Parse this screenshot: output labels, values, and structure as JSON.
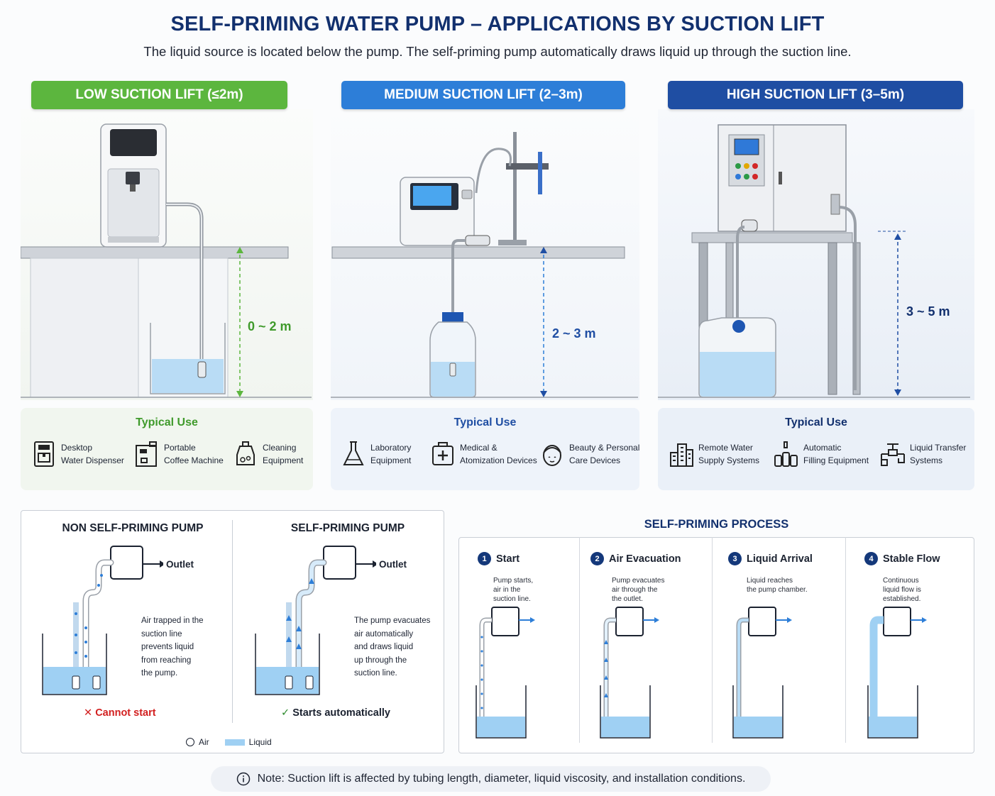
{
  "header": {
    "title": "SELF-PRIMING WATER PUMP  –  APPLICATIONS BY SUCTION LIFT",
    "subtitle": "The liquid source is located below the pump. The self-priming pump automatically draws liquid up through the suction line."
  },
  "levels": [
    {
      "title": "LOW SUCTION LIFT (≤2m)",
      "height_label": "0 ~ 2 m",
      "color": "#5cb63e",
      "use_title": "Typical Use",
      "uses": [
        {
          "icon": "water-dispenser-icon",
          "label": "Desktop\nWater Dispenser"
        },
        {
          "icon": "coffee-machine-icon",
          "label": "Portable\nCoffee Machine"
        },
        {
          "icon": "cleaning-equipment-icon",
          "label": "Cleaning\nEquipment"
        }
      ]
    },
    {
      "title": "MEDIUM SUCTION LIFT (2–3m)",
      "height_label": "2 ~ 3 m",
      "color": "#2d7ed8",
      "use_title": "Typical Use",
      "uses": [
        {
          "icon": "flask-icon",
          "label": "Laboratory\nEquipment"
        },
        {
          "icon": "medical-kit-icon",
          "label": "Medical &\nAtomization Devices"
        },
        {
          "icon": "face-care-icon",
          "label": "Beauty & Personal\nCare Devices"
        }
      ]
    },
    {
      "title": "HIGH SUCTION LIFT (3–5m)",
      "height_label": "3 ~ 5 m",
      "color": "#1f4ea3",
      "use_title": "Typical Use",
      "uses": [
        {
          "icon": "building-icon",
          "label": "Remote Water\nSupply Systems"
        },
        {
          "icon": "bottles-icon",
          "label": "Automatic\nFilling Equipment"
        },
        {
          "icon": "pipe-valve-icon",
          "label": "Liquid Transfer\nSystems"
        }
      ]
    }
  ],
  "comparison": {
    "non_self": {
      "title": "NON SELF-PRIMING PUMP",
      "outlet": "Outlet",
      "description": "Air trapped in the\nsuction line\nprevents liquid\nfrom reaching\nthe pump.",
      "result": "Cannot start"
    },
    "self": {
      "title": "SELF-PRIMING PUMP",
      "outlet": "Outlet",
      "description": "The pump evacuates\nair automatically\nand draws liquid\nup through the\nsuction line.",
      "result": "Starts automatically"
    },
    "legend": {
      "air": "Air",
      "liquid": "Liquid"
    }
  },
  "process": {
    "title": "SELF-PRIMING PROCESS",
    "steps": [
      {
        "num": "1",
        "title": "Start",
        "text": "Pump starts,\nair in the\nsuction line."
      },
      {
        "num": "2",
        "title": "Air Evacuation",
        "text": "Pump evacuates\nair through the\nthe outlet."
      },
      {
        "num": "3",
        "title": "Liquid Arrival",
        "text": "Liquid reaches\nthe pump chamber."
      },
      {
        "num": "4",
        "title": "Stable Flow",
        "text": "Continuous\nliquid flow is\nestablished."
      }
    ]
  },
  "note": "Note: Suction lift is affected by tubing length, diameter, liquid viscosity, and installation conditions.",
  "colors": {
    "title_navy": "#12306e",
    "low_green": "#5cb63e",
    "medium_blue": "#2d7ed8",
    "high_navy": "#1f4ea3",
    "water": "#b9dcf5",
    "fail_red": "#d21f1f",
    "ok_green": "#2e8b2e"
  }
}
